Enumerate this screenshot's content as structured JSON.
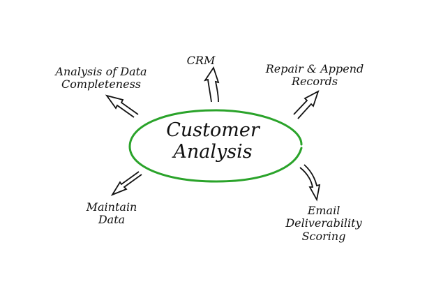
{
  "center": {
    "line1": "Customer",
    "line2": "Analysis",
    "ellipse_color": "#2aa32a"
  },
  "nodes": {
    "analysis_completeness": {
      "line1": "Analysis of Data",
      "line2": "Completeness"
    },
    "crm": {
      "line1": "CRM"
    },
    "repair_append": {
      "line1": "Repair & Append",
      "line2": "Records"
    },
    "maintain_data": {
      "line1": "Maintain",
      "line2": "Data"
    },
    "email_scoring": {
      "line1": "Email",
      "line2": "Deliverability",
      "line3": "Scoring"
    }
  },
  "colors": {
    "arrow": "#111111",
    "text": "#111111"
  }
}
